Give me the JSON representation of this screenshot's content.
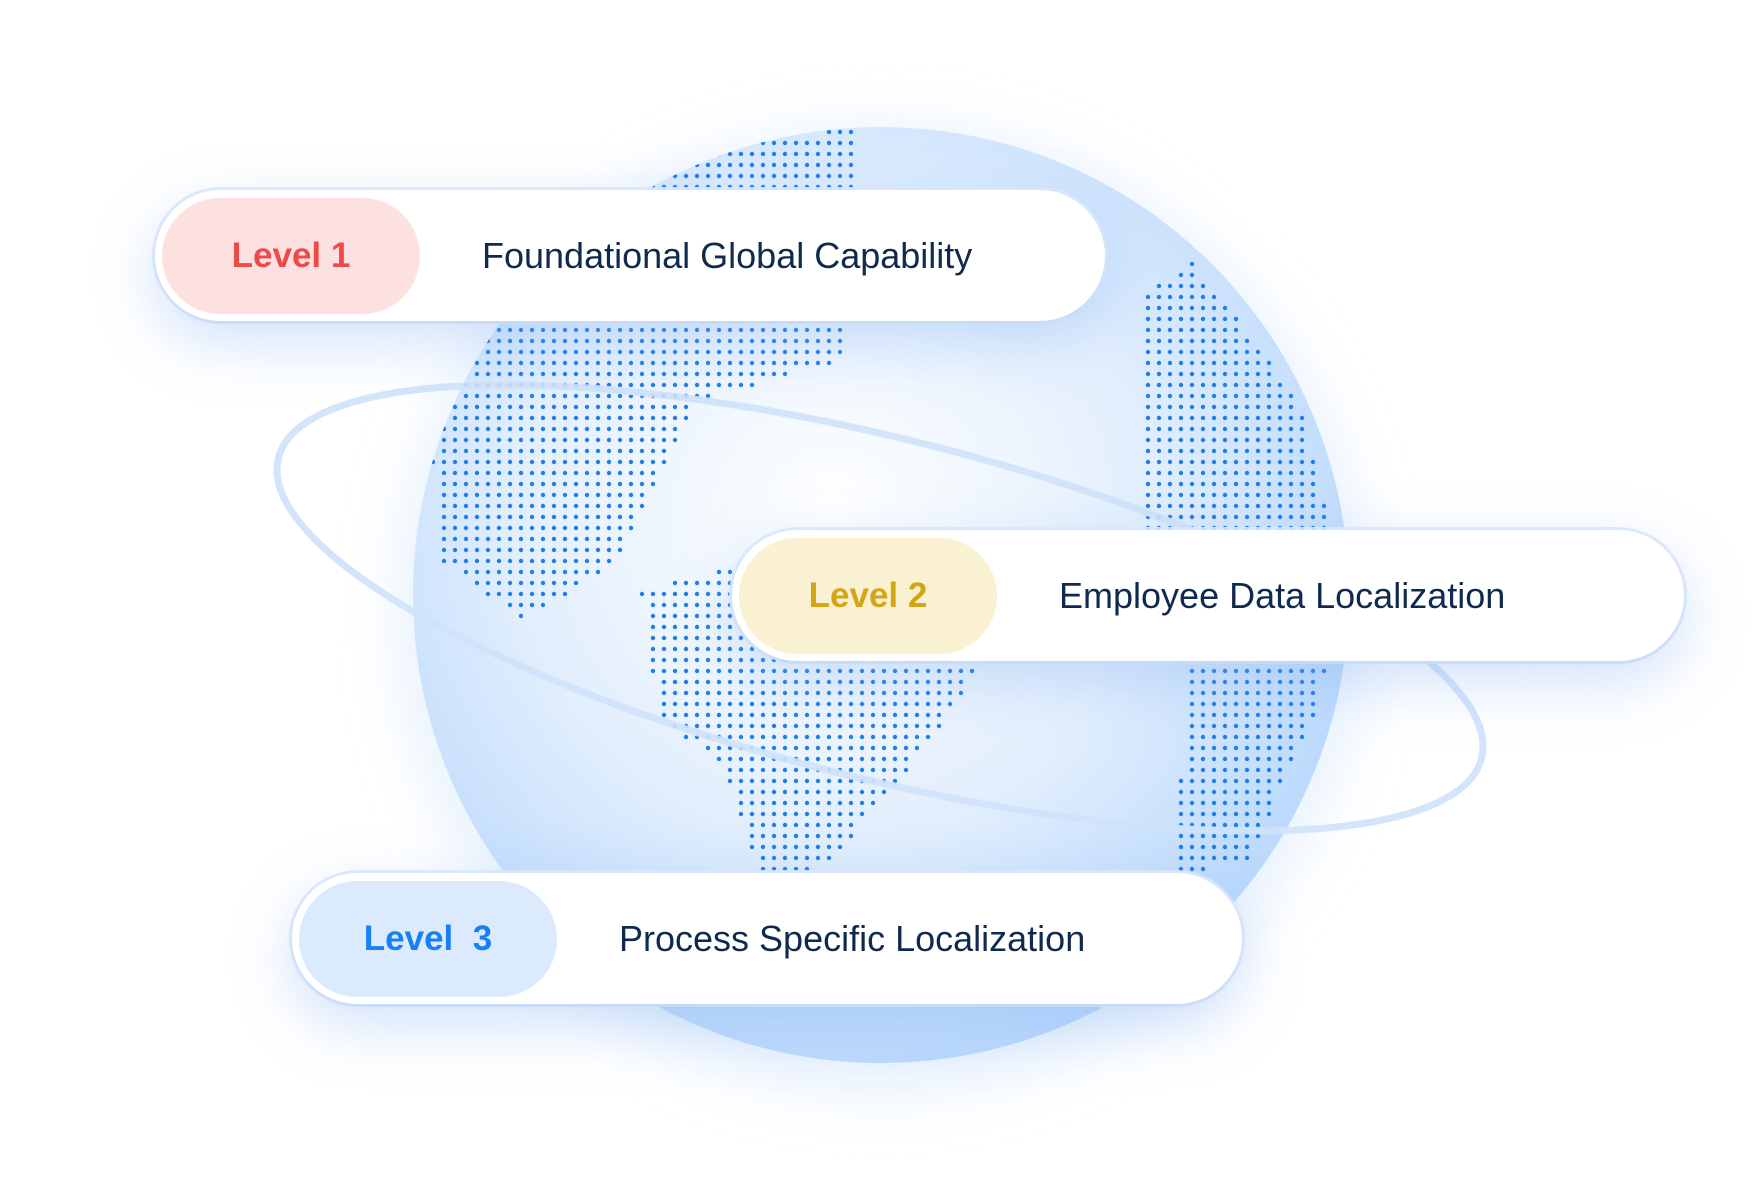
{
  "levels": [
    {
      "badge": "Level 1",
      "title": "Foundational Global Capability",
      "badge_color": "#ee4a4a",
      "badge_bg": "#fde1e1"
    },
    {
      "badge": "Level 2",
      "title": "Employee Data Localization",
      "badge_color": "#d2a614",
      "badge_bg": "#faf0d2"
    },
    {
      "badge": "Level  3",
      "title": "Process Specific Localization",
      "badge_color": "#1681f6",
      "badge_bg": "#dbeafc"
    }
  ],
  "colors": {
    "dots": "#1f7fe8",
    "globe": "#cfe4fd",
    "ring": "#cfe2fb"
  },
  "icons": [
    "globe-icon",
    "orbit-ring"
  ]
}
